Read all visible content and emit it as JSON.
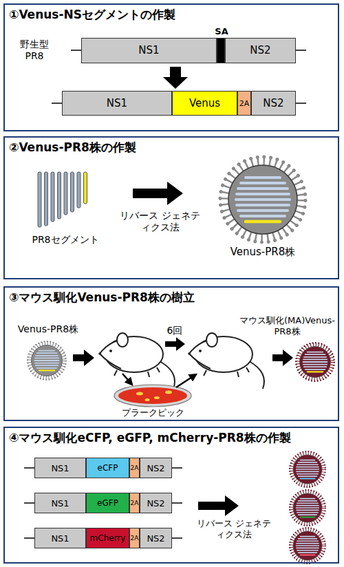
{
  "diagram": {
    "nodes": [
      {
        "text": [
          "①Venus-NSセグメントの作製"
        ]
      },
      {
        "text": [
          "NS1"
        ],
        "in": 0
      },
      {
        "text": [
          "SA"
        ],
        "in": 0
      },
      {
        "text": [
          "NS2"
        ],
        "in": 0
      },
      {
        "text": [
          "NS1"
        ],
        "in": 0
      },
      {
        "text": [
          "Venus"
        ],
        "in": 0
      },
      {
        "text": [
          "2A"
        ],
        "in": 0
      },
      {
        "text": [
          "NS2"
        ],
        "in": 0
      },
      {
        "text": [
          "②Venus-PR8株の作製"
        ]
      },
      {
        "text": [
          "③マウス馴化Venus-PR8株の樹立"
        ]
      },
      {
        "text": [
          "④マウス馴化eCFP, eGFP, mCherry-PR8株の作製"
        ]
      },
      {
        "text": [
          "NS1"
        ],
        "in": 10
      },
      {
        "text": [
          "eCFP"
        ],
        "in": 10
      },
      {
        "text": [
          "2A"
        ],
        "in": 10
      },
      {
        "text": [
          "NS2"
        ],
        "in": 10
      },
      {
        "text": [
          "NS1"
        ],
        "in": 10
      },
      {
        "text": [
          "eGFP"
        ],
        "in": 10
      },
      {
        "text": [
          "2A"
        ],
        "in": 10
      },
      {
        "text": [
          "NS2"
        ],
        "in": 10
      },
      {
        "text": [
          "NS1"
        ],
        "in": 10
      },
      {
        "text": [
          "mCherry"
        ],
        "in": 10
      },
      {
        "text": [
          "2A"
        ],
        "in": 10
      },
      {
        "text": [
          "NS2"
        ],
        "in": 10
      }
    ],
    "labels": [
      "野生型 PR8",
      "PR8セグメント",
      "リバース ジェネティクス法",
      "Venus-PR8株",
      "Venus-PR8株",
      "6回",
      "マウス馴化(MA)Venus-PR8株",
      "プラークピック",
      "リバース ジェネティクス法"
    ]
  }
}
